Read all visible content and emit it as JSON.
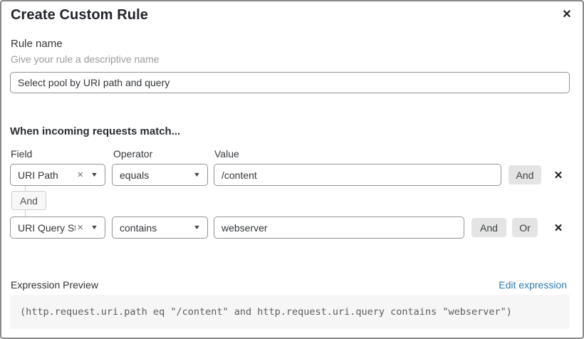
{
  "dialog": {
    "title": "Create Custom Rule"
  },
  "icons": {
    "close": "✕",
    "remove": "✕",
    "clear": "×",
    "chevron_down": "▼"
  },
  "rule_name": {
    "label": "Rule name",
    "helper": "Give your rule a descriptive name",
    "value": "Select pool by URI path and query"
  },
  "matcher": {
    "heading": "When incoming requests match...",
    "columns": {
      "field": "Field",
      "operator": "Operator",
      "value": "Value"
    },
    "connector": "And",
    "rows": [
      {
        "field": "URI Path",
        "operator": "equals",
        "value": "/content",
        "and_label": "And"
      },
      {
        "field": "URI Query St...",
        "operator": "contains",
        "value": "webserver",
        "and_label": "And",
        "or_label": "Or"
      }
    ]
  },
  "expression": {
    "label": "Expression Preview",
    "edit_link": "Edit expression",
    "code": "(http.request.uri.path eq \"/content\" and http.request.uri.query contains \"webserver\")"
  },
  "colors": {
    "link": "#2c7cb0",
    "dialog_border": "#8a8a8a",
    "input_border": "#929292",
    "button_bg": "#e4e4e4",
    "code_bg": "#f6f6f6",
    "helper_text": "#9b9b9b"
  }
}
